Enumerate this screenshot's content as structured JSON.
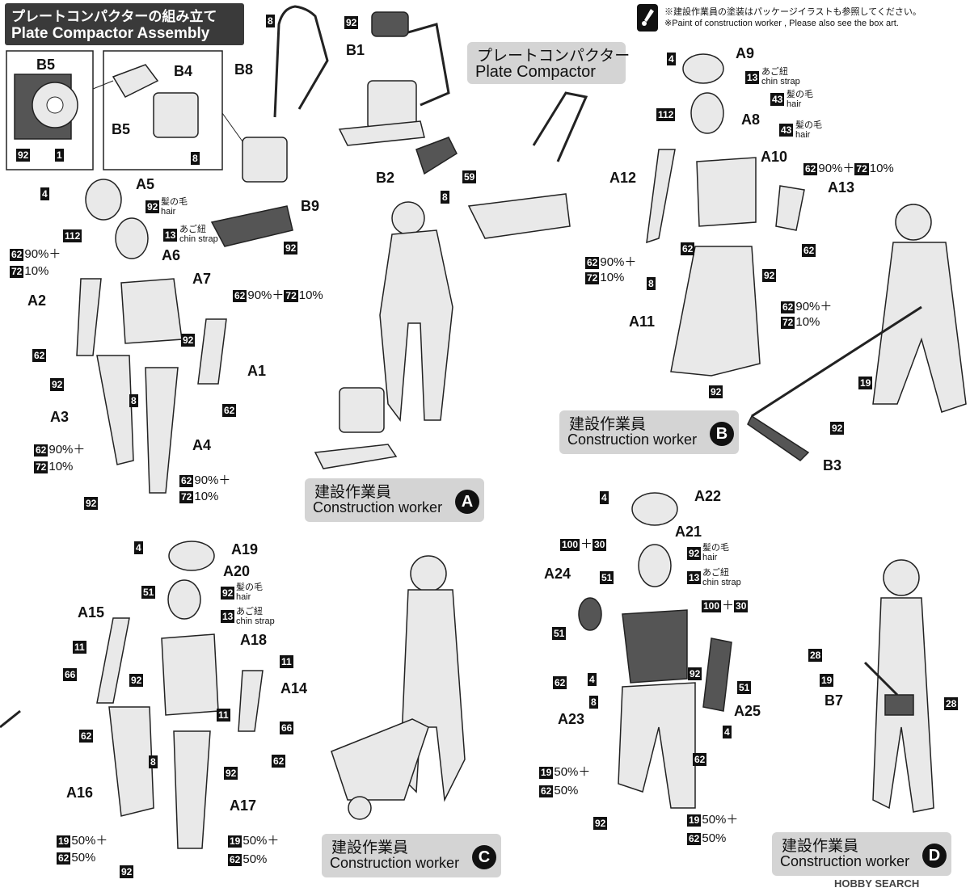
{
  "header": {
    "title_jp": "プレートコンパクターの組み立て",
    "title_en": "Plate Compactor Assembly"
  },
  "note": {
    "line1": "※建設作業員の塗装はパッケージイラストも参照してください。",
    "line2": "※Paint of construction worker , Please also see the box art."
  },
  "compactor_label": {
    "jp": "プレートコンパクター",
    "en": "Plate Compactor"
  },
  "worker_labels": [
    {
      "jp": "建設作業員",
      "en": "Construction worker",
      "letter": "A"
    },
    {
      "jp": "建設作業員",
      "en": "Construction worker",
      "letter": "B"
    },
    {
      "jp": "建設作業員",
      "en": "Construction worker",
      "letter": "C"
    },
    {
      "jp": "建設作業員",
      "en": "Construction worker",
      "letter": "D"
    }
  ],
  "terms": {
    "hair_jp": "髪の毛",
    "hair_en": "hair",
    "strap_jp": "あご紐",
    "strap_en": "chin strap"
  },
  "parts": [
    "B5",
    "B4",
    "B5",
    "B8",
    "B1",
    "B2",
    "B9",
    "A5",
    "A6",
    "A7",
    "A2",
    "A1",
    "A3",
    "A4",
    "A9",
    "A8",
    "A10",
    "A12",
    "A13",
    "A11",
    "B3",
    "A19",
    "A20",
    "A18",
    "A15",
    "A14",
    "A16",
    "A17",
    "A22",
    "A21",
    "A24",
    "A25",
    "A23",
    "B7"
  ],
  "paints": {
    "n1": "1",
    "n4": "4",
    "n8": "8",
    "n11": "11",
    "n13": "13",
    "n19": "19",
    "n28": "28",
    "n30": "30",
    "n43": "43",
    "n51": "51",
    "n59": "59",
    "n62": "62",
    "n66": "66",
    "n72": "72",
    "n92": "92",
    "n100": "100",
    "n112": "112"
  },
  "mixes": {
    "m1": {
      "a": "62",
      "ap": "90%＋",
      "b": "72",
      "bp": "10%"
    },
    "m2": {
      "a": "19",
      "ap": "50%＋",
      "b": "62",
      "bp": "50%"
    },
    "m3": {
      "a": "100",
      "sep": "＋",
      "b": "30"
    }
  },
  "watermark": "HOBBY SEARCH"
}
